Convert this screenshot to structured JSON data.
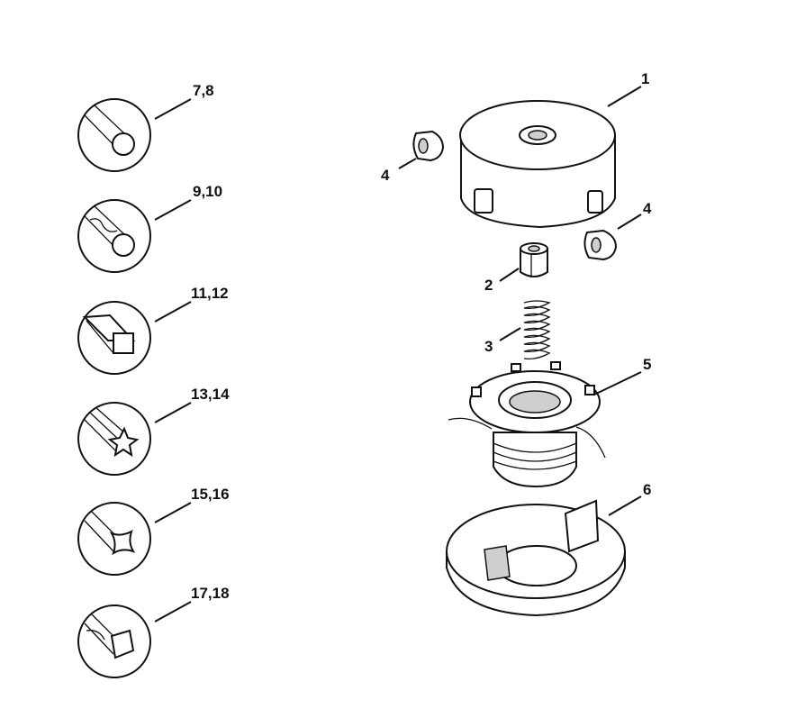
{
  "line_profiles": [
    {
      "label": "7,8",
      "profile": "round"
    },
    {
      "label": "9,10",
      "profile": "round-twisted"
    },
    {
      "label": "11,12",
      "profile": "square"
    },
    {
      "label": "13,14",
      "profile": "star"
    },
    {
      "label": "15,16",
      "profile": "concave-square"
    },
    {
      "label": "17,18",
      "profile": "twisted-square"
    }
  ],
  "parts": {
    "cover": "1",
    "nut": "2",
    "spring": "3",
    "eyelet_left": "4",
    "eyelet_right": "4",
    "spool": "5",
    "base": "6"
  }
}
